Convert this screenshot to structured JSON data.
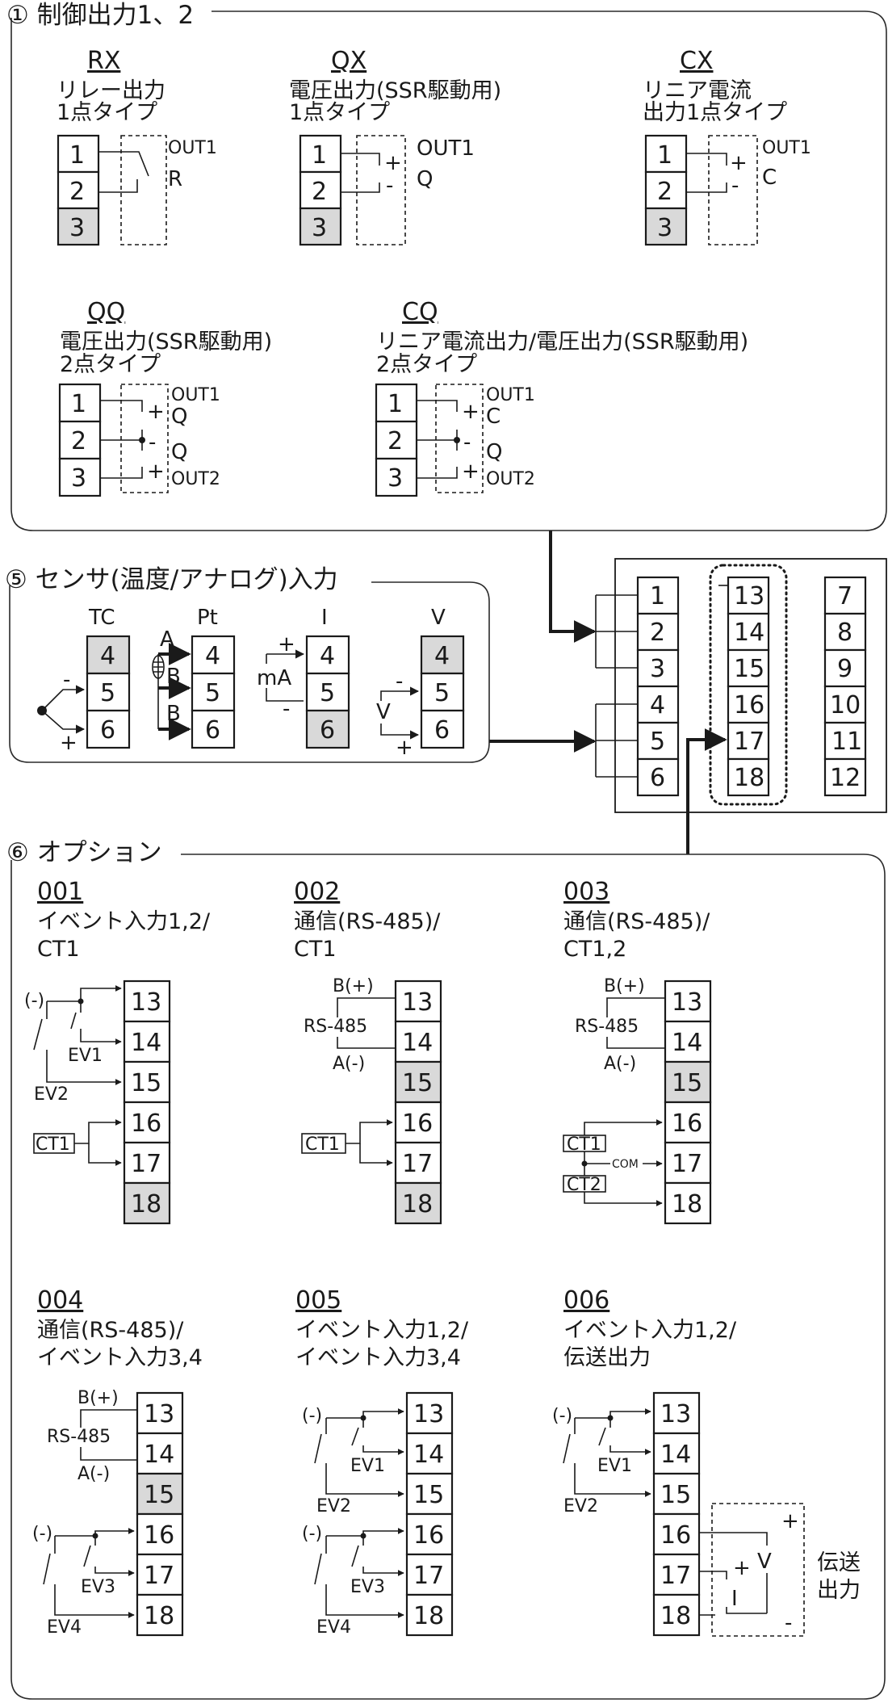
{
  "section1": {
    "title": "① 制御出力1、2",
    "items": [
      {
        "code": "RX",
        "desc1": "リレー出力",
        "desc2": "1点タイプ",
        "out_label": "OUT1",
        "sub": "R"
      },
      {
        "code": "QX",
        "desc1": "電圧出力(SSR駆動用)",
        "desc2": "1点タイプ",
        "out_label": "OUT1",
        "sub": "Q"
      },
      {
        "code": "CX",
        "desc1": "リニア電流",
        "desc2": "出力1点タイプ",
        "out_label": "OUT1",
        "sub": "C"
      },
      {
        "code": "QQ",
        "desc1": "電圧出力(SSR駆動用)",
        "desc2": "2点タイプ",
        "labels": [
          "OUT1",
          "Q",
          "Q",
          "OUT2"
        ]
      },
      {
        "code": "CQ",
        "desc1": "リニア電流出力/電圧出力(SSR駆動用)",
        "desc2": "2点タイプ",
        "labels": [
          "OUT1",
          "C",
          "Q",
          "OUT2"
        ]
      }
    ]
  },
  "section5": {
    "title": "⑤ センサ(温度/アナログ)入力",
    "types": [
      "TC",
      "Pt",
      "I",
      "V"
    ],
    "pt_labels": [
      "A",
      "B",
      "B"
    ],
    "i_label": "mA",
    "v_label": "V"
  },
  "terminal_block": {
    "col1": [
      "1",
      "2",
      "3",
      "4",
      "5",
      "6"
    ],
    "col2": [
      "13",
      "14",
      "15",
      "16",
      "17",
      "18"
    ],
    "col3": [
      "7",
      "8",
      "9",
      "10",
      "11",
      "12"
    ]
  },
  "section6": {
    "title": "⑥ オプション",
    "items": [
      {
        "code": "001",
        "desc1": "イベント入力1,2/",
        "desc2": "CT1"
      },
      {
        "code": "002",
        "desc1": "通信(RS-485)/",
        "desc2": "CT1"
      },
      {
        "code": "003",
        "desc1": "通信(RS-485)/",
        "desc2": "CT1,2"
      },
      {
        "code": "004",
        "desc1": "通信(RS-485)/",
        "desc2": "イベント入力3,4"
      },
      {
        "code": "005",
        "desc1": "イベント入力1,2/",
        "desc2": "イベント入力3,4"
      },
      {
        "code": "006",
        "desc1": "イベント入力1,2/",
        "desc2": "伝送出力"
      }
    ],
    "labels": {
      "minus": "(-)",
      "ev1": "EV1",
      "ev2": "EV2",
      "ev3": "EV3",
      "ev4": "EV4",
      "ct1": "CT1",
      "ct2": "CT2",
      "com": "COM",
      "b_plus": "B(+)",
      "a_minus": "A(-)",
      "rs485": "RS-485",
      "transmit1": "伝送",
      "transmit2": "出力"
    },
    "terminals": [
      "13",
      "14",
      "15",
      "16",
      "17",
      "18"
    ]
  },
  "common": {
    "t1": "1",
    "t2": "2",
    "t3": "3",
    "t4": "4",
    "t5": "5",
    "t6": "6",
    "plus": "+",
    "minus": "-",
    "I": "I",
    "V": "V"
  }
}
